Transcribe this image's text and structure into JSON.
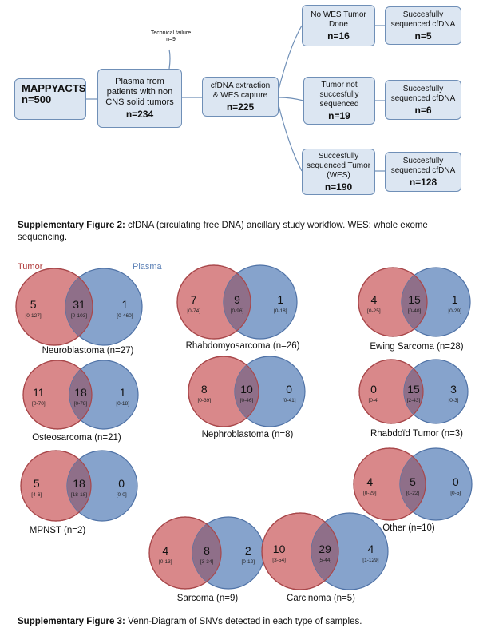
{
  "flowchart": {
    "mappyacts": {
      "label": "MAPPYACTS",
      "n": "n=500"
    },
    "plasma": {
      "label": "Plasma from\npatients with non\nCNS solid tumors",
      "n": "n=234"
    },
    "technical_failure": {
      "label": "Technical failure",
      "n": "n=9"
    },
    "cfdna": {
      "label": "cfDNA extraction\n& WES capture",
      "n": "n=225"
    },
    "no_wes": {
      "label": "No WES Tumor\nDone",
      "n": "n=16"
    },
    "not_seq": {
      "label": "Tumor not\nsuccesfully\nsequenced",
      "n": "n=19"
    },
    "seq_tumor": {
      "label": "Succesfully\nsequenced Tumor\n(WES)",
      "n": "n=190"
    },
    "cf_5": {
      "label": "Succesfully\nsequenced cfDNA",
      "n": "n=5"
    },
    "cf_6": {
      "label": "Succesfully\nsequenced cfDNA",
      "n": "n=6"
    },
    "cf_128": {
      "label": "Succesfully\nsequenced cfDNA",
      "n": "n=128"
    }
  },
  "caption2": {
    "bold": "Supplementary Figure 2:",
    "text": " cfDNA (circulating free DNA) ancillary study workflow. WES: whole exome sequencing."
  },
  "caption3": {
    "bold": "Supplementary Figure 3:",
    "text": " Venn-Diagram of SNVs detected in each type of samples."
  },
  "legend": {
    "tumor": "Tumor",
    "plasma": "Plasma"
  },
  "colors": {
    "tumor_fill": "#d9888a",
    "tumor_stroke": "#a8474a",
    "plasma_fill": "#86a3cc",
    "plasma_stroke": "#4f72a6",
    "overlap_fill": "#8f6f89",
    "box_fill": "#dce6f2",
    "box_stroke": "#6f8fb7",
    "tumor_text": "#b03a3a",
    "plasma_text": "#5a7fb5"
  },
  "venns": [
    {
      "label": "Neuroblastoma (n=27)",
      "tumor": {
        "v": "5",
        "r": "[0-127]"
      },
      "both": {
        "v": "31",
        "r": "[0-103]"
      },
      "plasma": {
        "v": "1",
        "r": "[0-460]"
      }
    },
    {
      "label": "Rhabdomyosarcoma (n=26)",
      "tumor": {
        "v": "7",
        "r": "[0-74]"
      },
      "both": {
        "v": "9",
        "r": "[0-96]"
      },
      "plasma": {
        "v": "1",
        "r": "[0-18]"
      }
    },
    {
      "label": "Ewing Sarcoma (n=28)",
      "tumor": {
        "v": "4",
        "r": "[0-25]"
      },
      "both": {
        "v": "15",
        "r": "[0-40]"
      },
      "plasma": {
        "v": "1",
        "r": "[0-29]"
      }
    },
    {
      "label": "Osteosarcoma (n=21)",
      "tumor": {
        "v": "11",
        "r": "[0-70]"
      },
      "both": {
        "v": "18",
        "r": "[0-78]"
      },
      "plasma": {
        "v": "1",
        "r": "[0-18]"
      }
    },
    {
      "label": "Nephroblastoma (n=8)",
      "tumor": {
        "v": "8",
        "r": "[0-39]"
      },
      "both": {
        "v": "10",
        "r": "[0-46]"
      },
      "plasma": {
        "v": "0",
        "r": "[0-41]"
      }
    },
    {
      "label": "Rhabdoïd Tumor (n=3)",
      "tumor": {
        "v": "0",
        "r": "[0-4]"
      },
      "both": {
        "v": "15",
        "r": "[2-43]"
      },
      "plasma": {
        "v": "3",
        "r": "[0-3]"
      }
    },
    {
      "label": "MPNST (n=2)",
      "tumor": {
        "v": "5",
        "r": "[4-6]"
      },
      "both": {
        "v": "18",
        "r": "[18-18]"
      },
      "plasma": {
        "v": "0",
        "r": "[0-0]"
      }
    },
    {
      "label": "Other (n=10)",
      "tumor": {
        "v": "4",
        "r": "[0-29]"
      },
      "both": {
        "v": "5",
        "r": "[0-22]"
      },
      "plasma": {
        "v": "0",
        "r": "[0-5]"
      }
    },
    {
      "label": "Sarcoma (n=9)",
      "tumor": {
        "v": "4",
        "r": "[0-13]"
      },
      "both": {
        "v": "8",
        "r": "[3-34]"
      },
      "plasma": {
        "v": "2",
        "r": "[0-12]"
      }
    },
    {
      "label": "Carcinoma (n=5)",
      "tumor": {
        "v": "10",
        "r": "[3-54]"
      },
      "both": {
        "v": "29",
        "r": "[5-44]"
      },
      "plasma": {
        "v": "4",
        "r": "[1-129]"
      }
    }
  ]
}
